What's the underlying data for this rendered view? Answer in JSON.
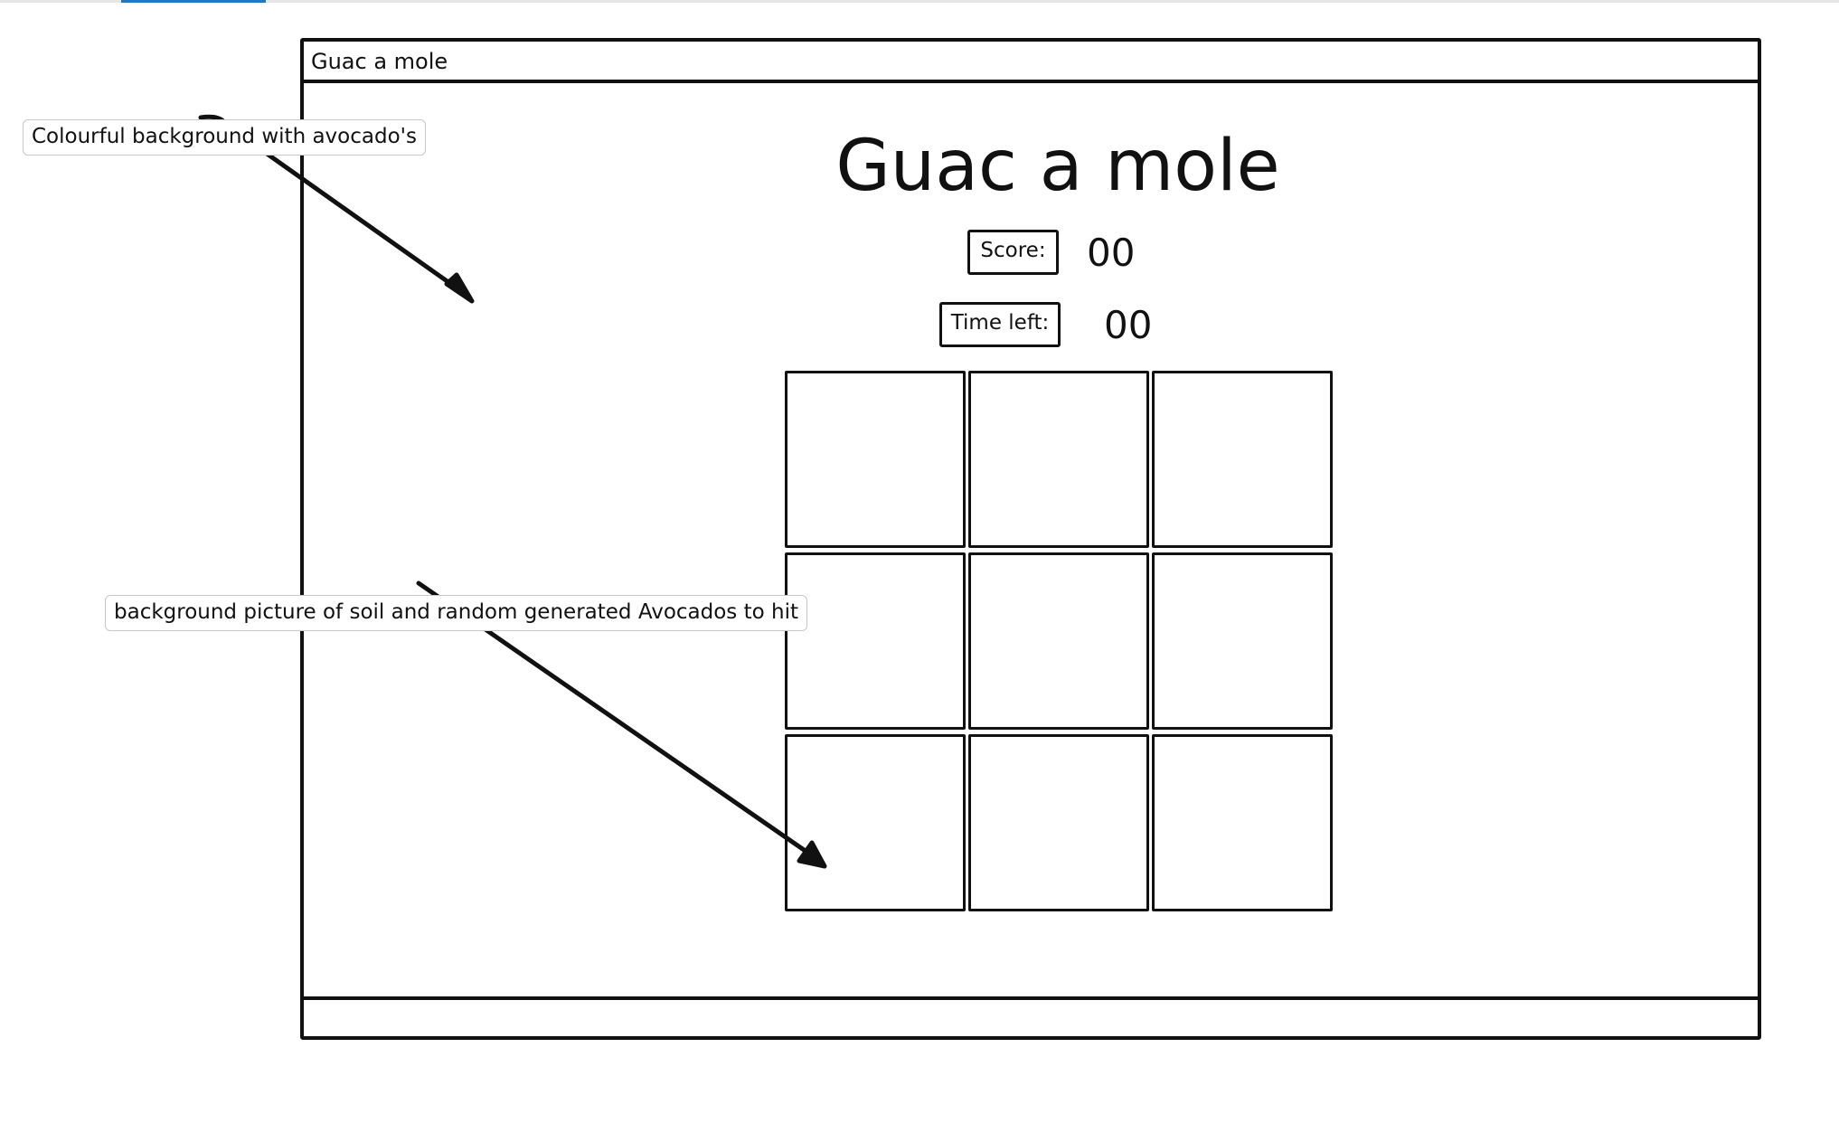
{
  "window": {
    "title": "Guac a mole"
  },
  "game": {
    "title": "Guac a mole",
    "score_label": "Score:",
    "score_value": "00",
    "time_label": "Time left:",
    "time_value": "00",
    "grid": {
      "rows": 3,
      "columns": 3,
      "cells": [
        "",
        "",
        "",
        "",
        "",
        "",
        "",
        "",
        ""
      ]
    }
  },
  "annotations": [
    {
      "text": "Colourful background with avocado's"
    },
    {
      "text": "background picture of soil and random generated Avocados to hit"
    }
  ],
  "colors": {
    "ink": "#111111",
    "background": "#ffffff",
    "note_border": "#c8c8c8",
    "accent": "#1f78c1"
  }
}
